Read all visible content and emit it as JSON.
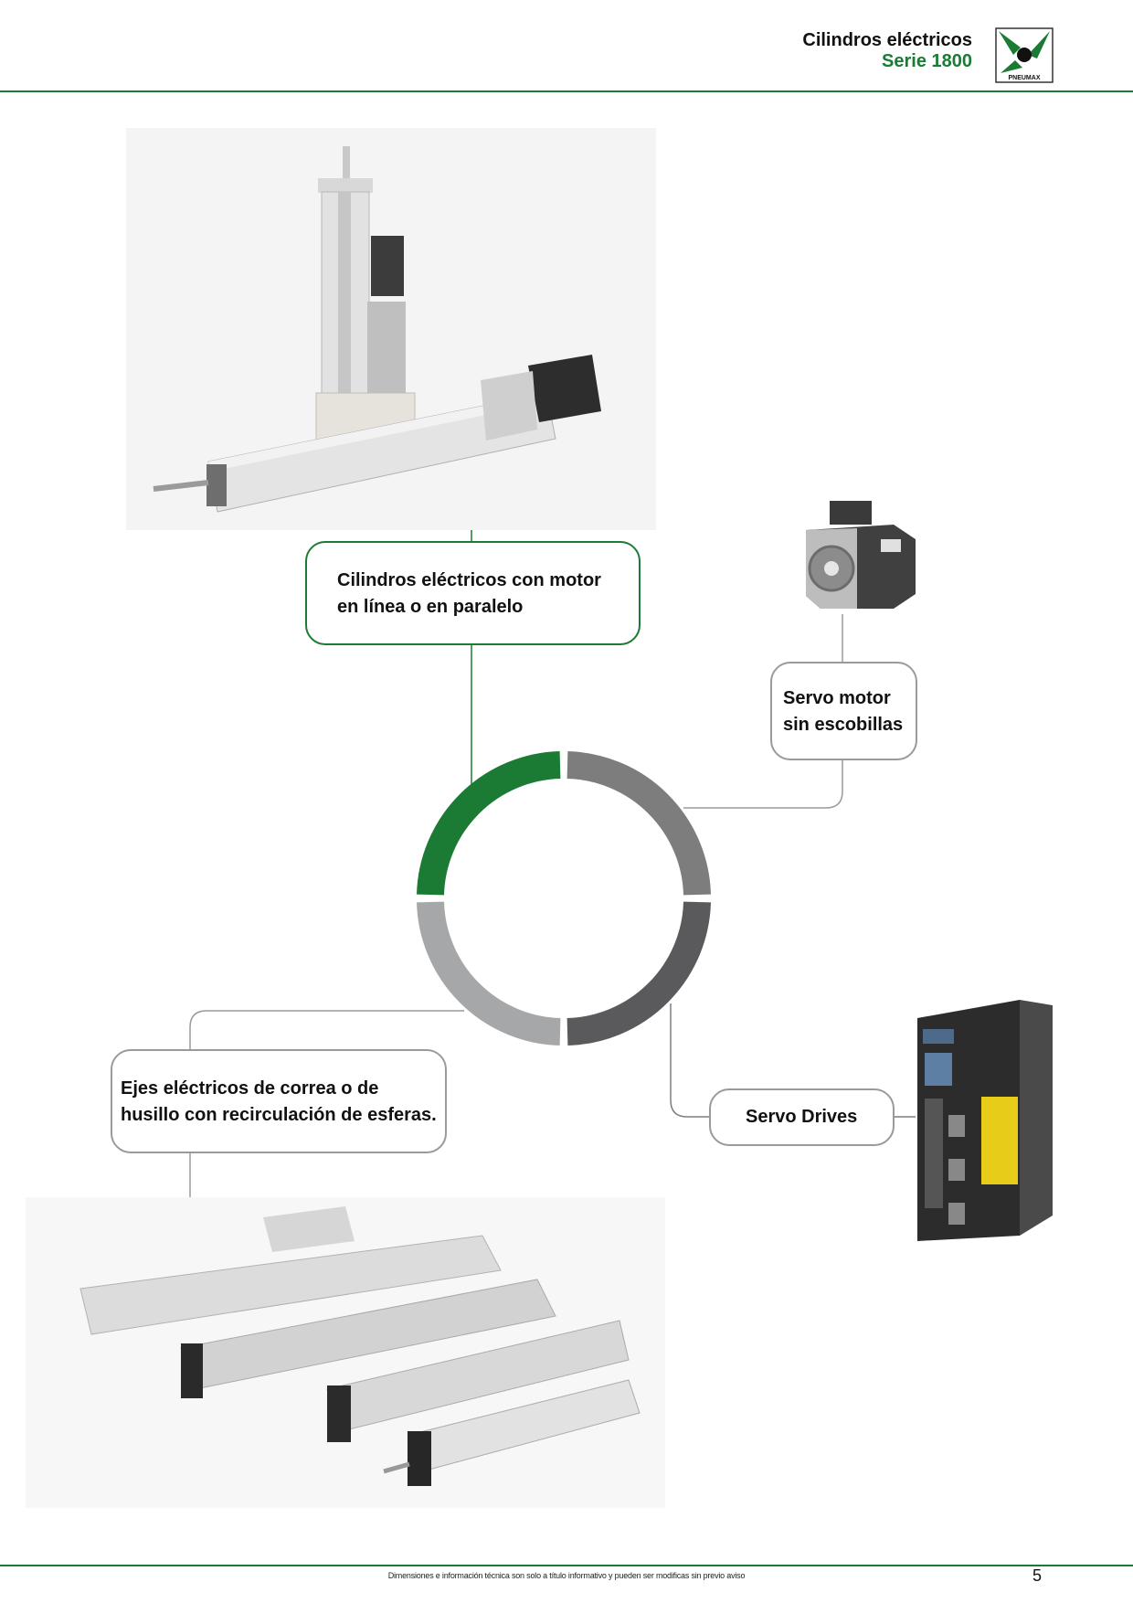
{
  "header": {
    "title": "Cilindros eléctricos",
    "subtitle": "Serie 1800",
    "logo_text": "PNEUMAX"
  },
  "products": {
    "cylinders_label_line1": "Cilindros eléctricos con motor",
    "cylinders_label_line2": "en línea o en paralelo",
    "servo_motor_line1": "Servo motor",
    "servo_motor_line2": "sin escobillas",
    "axes_label_line1": "Ejes eléctricos de correa o de",
    "axes_label_line2": "husillo con recirculación de esferas.",
    "drives_label": "Servo Drives"
  },
  "footer": {
    "note": "Dimensiones e información técnica son solo a título informativo y pueden ser modificas sin previo aviso",
    "page_number": "5"
  },
  "colors": {
    "brand_green": "#1b7b34",
    "ring_gray_1": "#7d7d7d",
    "ring_gray_2": "#5a5a5c",
    "ring_gray_3": "#a6a7a9"
  }
}
